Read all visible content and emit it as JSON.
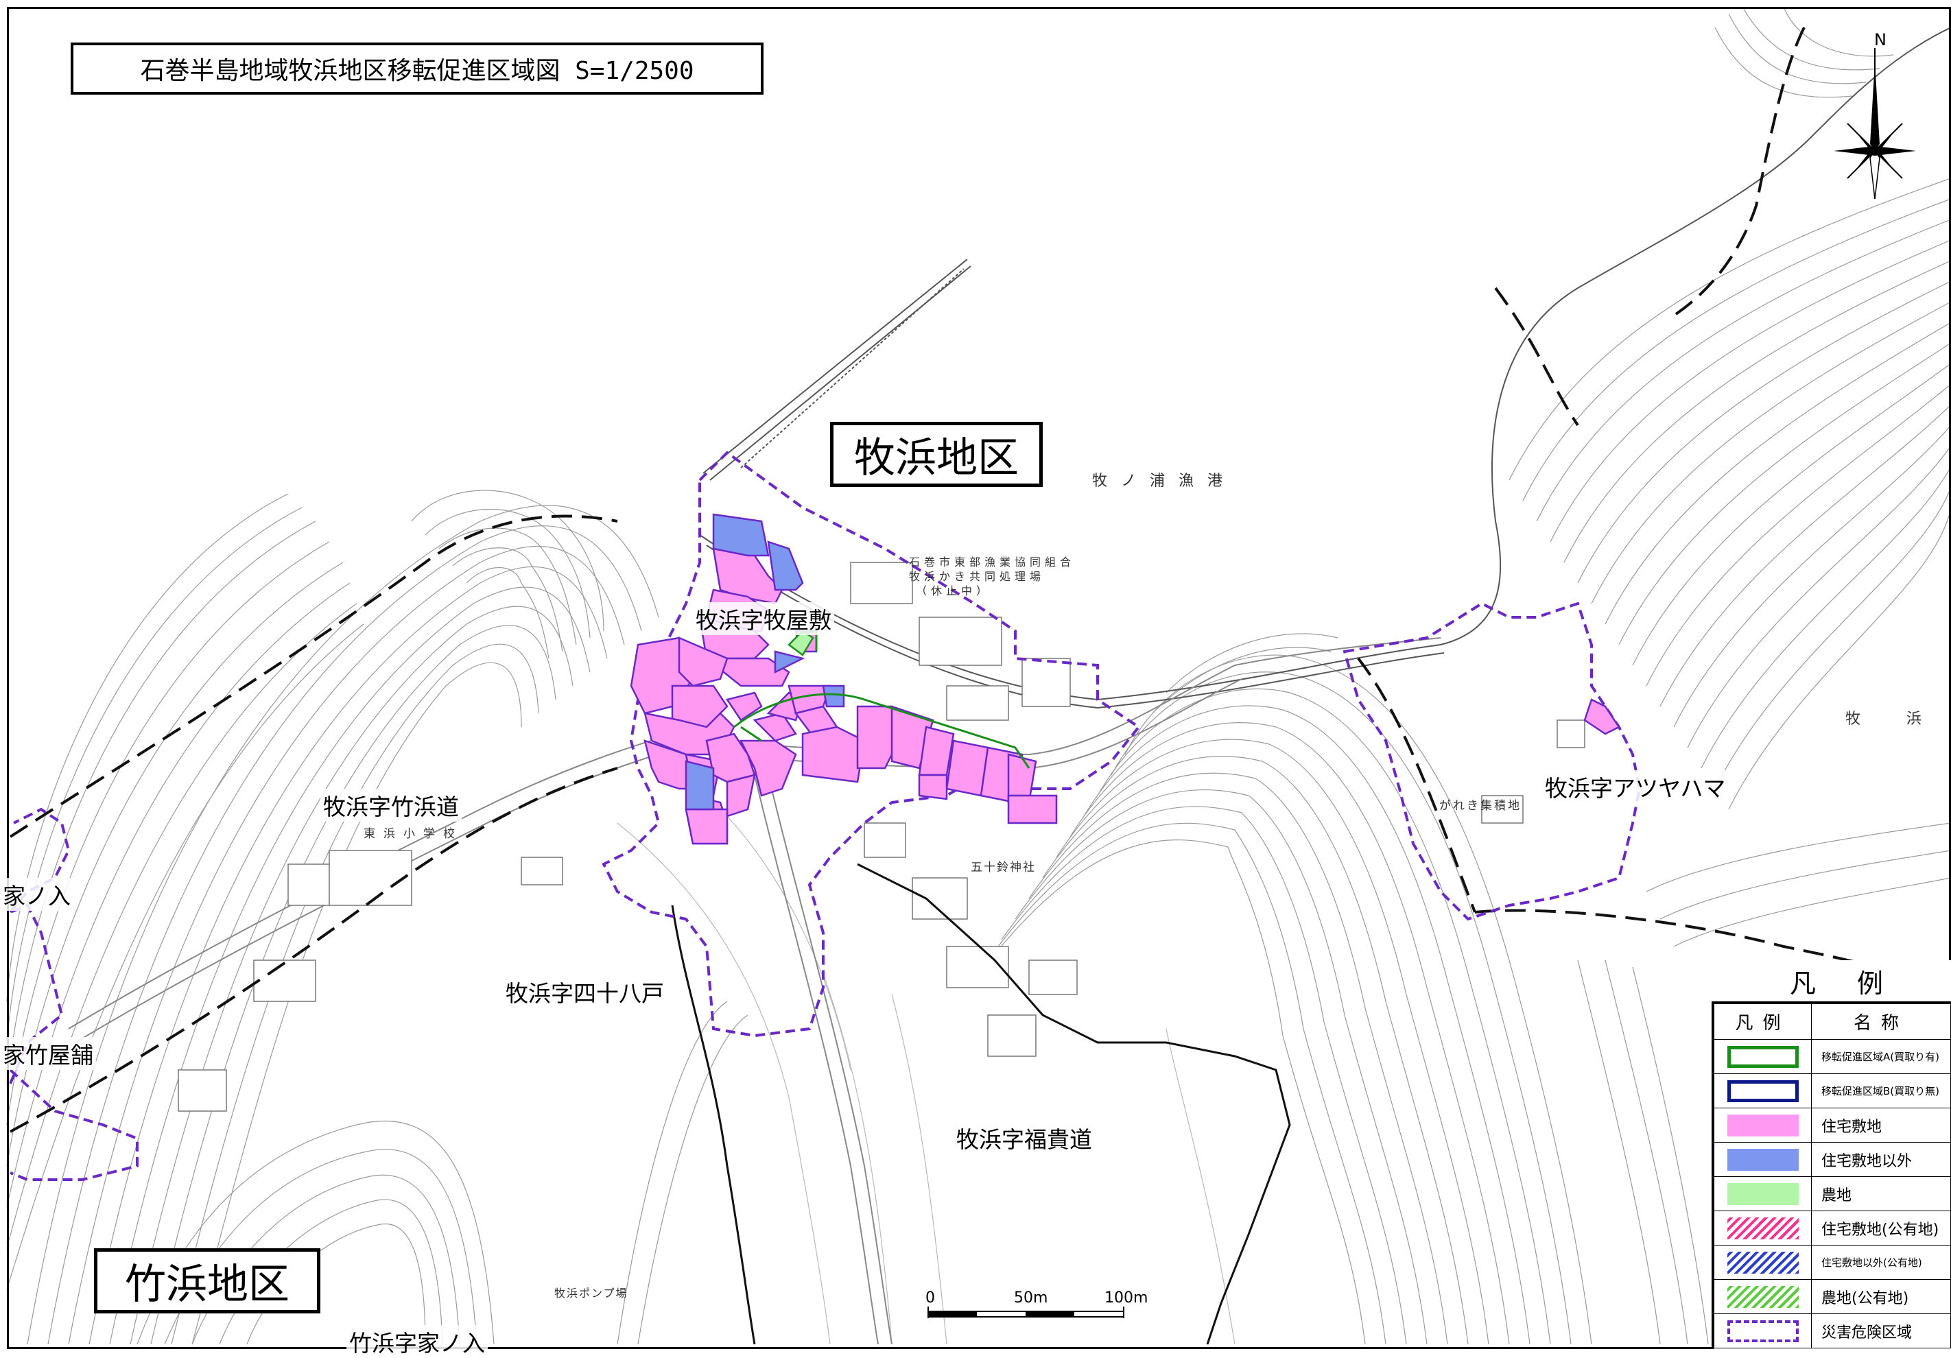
{
  "title": "石巻半島地域牧浜地区移転促進区域図 S=1/2500",
  "districts": {
    "makihama": "牧浜地区",
    "takehama": "竹浜地区"
  },
  "place_names": {
    "makiyashiki": "牧浜字牧屋敷",
    "takehamamichi": "牧浜字竹浜道",
    "shijuhachinohe": "牧浜字四十八戸",
    "fukukidou": "牧浜字福貴道",
    "atsuyahama": "牧浜字アツヤハマ",
    "takehama_ienoiri": "竹浜字家ノ入",
    "ienoiri_edge": "家ノ入",
    "takeyaho_edge": "家竹屋舗"
  },
  "map_notes": {
    "harbor": "牧ノ浦漁港",
    "cooperative_line1": "石巻市東部漁業協同組合",
    "cooperative_line2": "牧浜かき共同処理場",
    "cooperative_line3": "（休止中）",
    "school": "東浜小学校",
    "shrine": "五十鈴神社",
    "rubble": "がれき集積地",
    "pump": "牧浜ポンプ場",
    "edge_hama": "牧 浜"
  },
  "compass": {
    "north": "N"
  },
  "scale": {
    "zero": "0",
    "mid": "50m",
    "end": "100m"
  },
  "legend": {
    "title": "凡例",
    "header_symbol": "凡例",
    "header_name": "名称",
    "items": [
      {
        "name": "移転促進区域A(買取り有)",
        "swatch": "outline",
        "color": "#1a8f1a"
      },
      {
        "name": "移転促進区域B(買取り無)",
        "swatch": "outline",
        "color": "#0a1a8a"
      },
      {
        "name": "住宅敷地",
        "swatch": "fill",
        "color": "#ff99f2"
      },
      {
        "name": "住宅敷地以外",
        "swatch": "fill",
        "color": "#7d96f0"
      },
      {
        "name": "農地",
        "swatch": "fill",
        "color": "#b3f5a8"
      },
      {
        "name": "住宅敷地(公有地)",
        "swatch": "hatch",
        "color": "#ff2f8f"
      },
      {
        "name": "住宅敷地以外(公有地)",
        "swatch": "hatch",
        "color": "#2a3fcf"
      },
      {
        "name": "農地(公有地)",
        "swatch": "hatch",
        "color": "#5acb3a"
      },
      {
        "name": "災害危険区域",
        "swatch": "dashed",
        "color": "#6a28c8"
      }
    ]
  }
}
